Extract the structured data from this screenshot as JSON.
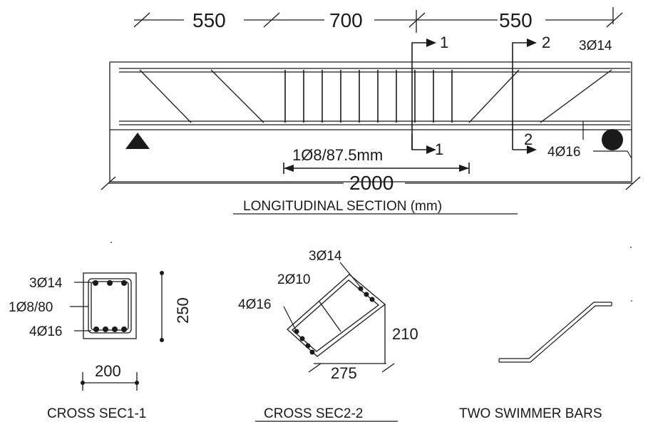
{
  "longitudinal": {
    "dim_left": "550",
    "dim_mid": "700",
    "dim_right": "550",
    "total_length": "2000",
    "top_bars": "3Ø14",
    "bottom_bars": "4Ø16",
    "stirrups": "1Ø8/87.5mm",
    "section_mark_1_top": "1",
    "section_mark_1_bottom": "1",
    "section_mark_2_top": "2",
    "section_mark_2_bottom": "2",
    "title": "LONGITUDINAL SECTION (mm)"
  },
  "cross_section_1": {
    "top_bars": "3Ø14",
    "stirrups": "1Ø8/80",
    "bottom_bars": "4Ø16",
    "height": "250",
    "width": "200",
    "title": "CROSS SEC1-1"
  },
  "cross_section_2": {
    "top_bars": "3Ø14",
    "bent_bars": "2Ø10",
    "bottom_bars": "4Ø16",
    "height": "210",
    "width": "275",
    "title": "CROSS SEC2-2"
  },
  "swimmer_bars": {
    "title": "TWO SWIMMER BARS"
  }
}
